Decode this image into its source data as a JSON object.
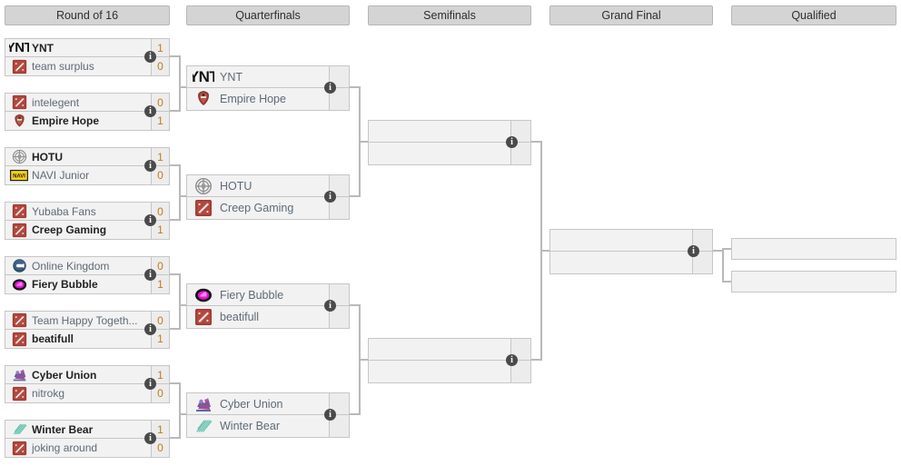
{
  "rounds": [
    {
      "id": "round-of-16",
      "label": "Round of 16"
    },
    {
      "id": "quarterfinals",
      "label": "Quarterfinals"
    },
    {
      "id": "semifinals",
      "label": "Semifinals"
    },
    {
      "id": "grand-final",
      "label": "Grand Final"
    },
    {
      "id": "qualified",
      "label": "Qualified"
    }
  ],
  "icons": {
    "info": "i"
  },
  "colors": {
    "header_bg": "#d4d4d4",
    "box_bg": "#f2f2f2",
    "border": "#c6c6c6",
    "line": "#b9b9b9",
    "winner_text": "#222222",
    "loser_text": "#5e6a78",
    "score_text": "#c07a1e",
    "info_bubble": "#4a4a4a"
  },
  "r16": [
    {
      "top": {
        "name": "YNT",
        "score": "1",
        "winner": true,
        "logo": "ynt-wordmark-logo"
      },
      "bottom": {
        "name": "team surplus",
        "score": "0",
        "winner": false,
        "logo": "dota-default-logo"
      }
    },
    {
      "top": {
        "name": "intelegent",
        "score": "0",
        "winner": false,
        "logo": "dota-default-logo"
      },
      "bottom": {
        "name": "Empire Hope",
        "score": "1",
        "winner": true,
        "logo": "empire-hope-logo"
      }
    },
    {
      "top": {
        "name": "HOTU",
        "score": "1",
        "winner": true,
        "logo": "hotu-logo"
      },
      "bottom": {
        "name": "NAVI Junior",
        "score": "0",
        "winner": false,
        "logo": "navi-junior-logo"
      }
    },
    {
      "top": {
        "name": "Yubaba Fans",
        "score": "0",
        "winner": false,
        "logo": "dota-default-logo"
      },
      "bottom": {
        "name": "Creep Gaming",
        "score": "1",
        "winner": true,
        "logo": "dota-default-logo"
      }
    },
    {
      "top": {
        "name": "Online Kingdom",
        "score": "0",
        "winner": false,
        "logo": "online-kingdom-logo"
      },
      "bottom": {
        "name": "Fiery Bubble",
        "score": "1",
        "winner": true,
        "logo": "fiery-bubble-logo"
      }
    },
    {
      "top": {
        "name": "Team Happy Togeth...",
        "score": "0",
        "winner": false,
        "logo": "dota-default-logo"
      },
      "bottom": {
        "name": "beatifull",
        "score": "1",
        "winner": true,
        "logo": "dota-default-logo"
      }
    },
    {
      "top": {
        "name": "Cyber Union",
        "score": "1",
        "winner": true,
        "logo": "cyber-union-logo"
      },
      "bottom": {
        "name": "nitrokg",
        "score": "0",
        "winner": false,
        "logo": "dota-default-logo"
      }
    },
    {
      "top": {
        "name": "Winter Bear",
        "score": "1",
        "winner": true,
        "logo": "winter-bear-logo"
      },
      "bottom": {
        "name": "joking around",
        "score": "0",
        "winner": false,
        "logo": "dota-default-logo"
      }
    }
  ],
  "qf": [
    {
      "top": {
        "name": "YNT",
        "score": "",
        "winner": false,
        "logo": "ynt-wordmark-logo"
      },
      "bottom": {
        "name": "Empire Hope",
        "score": "",
        "winner": false,
        "logo": "empire-hope-logo"
      }
    },
    {
      "top": {
        "name": "HOTU",
        "score": "",
        "winner": false,
        "logo": "hotu-logo"
      },
      "bottom": {
        "name": "Creep Gaming",
        "score": "",
        "winner": false,
        "logo": "dota-default-logo"
      }
    },
    {
      "top": {
        "name": "Fiery Bubble",
        "score": "",
        "winner": false,
        "logo": "fiery-bubble-logo"
      },
      "bottom": {
        "name": "beatifull",
        "score": "",
        "winner": false,
        "logo": "dota-default-logo"
      }
    },
    {
      "top": {
        "name": "Cyber Union",
        "score": "",
        "winner": false,
        "logo": "cyber-union-logo"
      },
      "bottom": {
        "name": "Winter Bear",
        "score": "",
        "winner": false,
        "logo": "winter-bear-logo"
      }
    }
  ],
  "sf": [
    {
      "top": {
        "name": "",
        "score": "",
        "winner": false,
        "logo": ""
      },
      "bottom": {
        "name": "",
        "score": "",
        "winner": false,
        "logo": ""
      }
    },
    {
      "top": {
        "name": "",
        "score": "",
        "winner": false,
        "logo": ""
      },
      "bottom": {
        "name": "",
        "score": "",
        "winner": false,
        "logo": ""
      }
    }
  ],
  "gf": [
    {
      "top": {
        "name": "",
        "score": "",
        "winner": false,
        "logo": ""
      },
      "bottom": {
        "name": "",
        "score": "",
        "winner": false,
        "logo": ""
      }
    }
  ],
  "qualified": [
    {
      "name": ""
    },
    {
      "name": ""
    }
  ]
}
